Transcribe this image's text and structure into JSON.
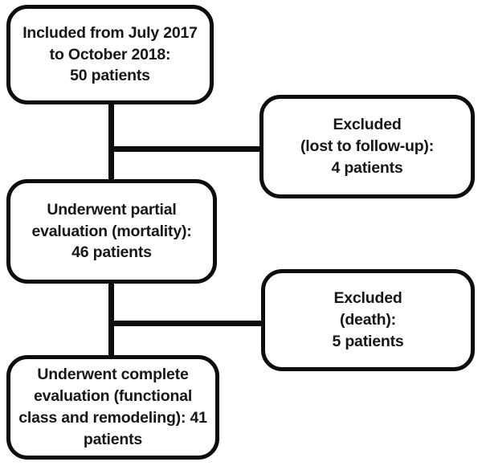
{
  "diagram": {
    "type": "flowchart",
    "background_color": "#ffffff",
    "line_color": "#0d0d0d",
    "text_color": "#171717",
    "boxes": {
      "included": {
        "lines": [
          "Included from July 2017",
          "to October 2018:",
          "50 patients"
        ],
        "full_text": "Included from July 2017 to October 2018: 50 patients",
        "patients": 50
      },
      "excluded_followup": {
        "lines": [
          "Excluded",
          "(lost to follow-up):",
          "4 patients"
        ],
        "full_text": "Excluded (lost to follow-up): 4 patients",
        "patients": 4
      },
      "partial": {
        "lines": [
          "Underwent partial",
          "evaluation (mortality):",
          "46 patients"
        ],
        "full_text": "Underwent partial evaluation (mortality): 46 patients",
        "patients": 46
      },
      "excluded_death": {
        "lines": [
          "Excluded",
          "(death):",
          "5 patients"
        ],
        "full_text": "Excluded (death): 5 patients",
        "patients": 5
      },
      "complete": {
        "lines": [
          "Underwent complete",
          "evaluation (functional",
          "class and remodeling): 41",
          "patients"
        ],
        "full_text": "Underwent complete evaluation (functional class and remodeling): 41 patients",
        "patients": 41
      }
    },
    "connections": [
      {
        "from": "included",
        "to": "partial",
        "type": "vertical"
      },
      {
        "from": "included-partial-line",
        "to": "excluded_followup",
        "type": "horizontal-branch"
      },
      {
        "from": "partial",
        "to": "complete",
        "type": "vertical"
      },
      {
        "from": "partial-complete-line",
        "to": "excluded_death",
        "type": "horizontal-branch"
      }
    ]
  }
}
